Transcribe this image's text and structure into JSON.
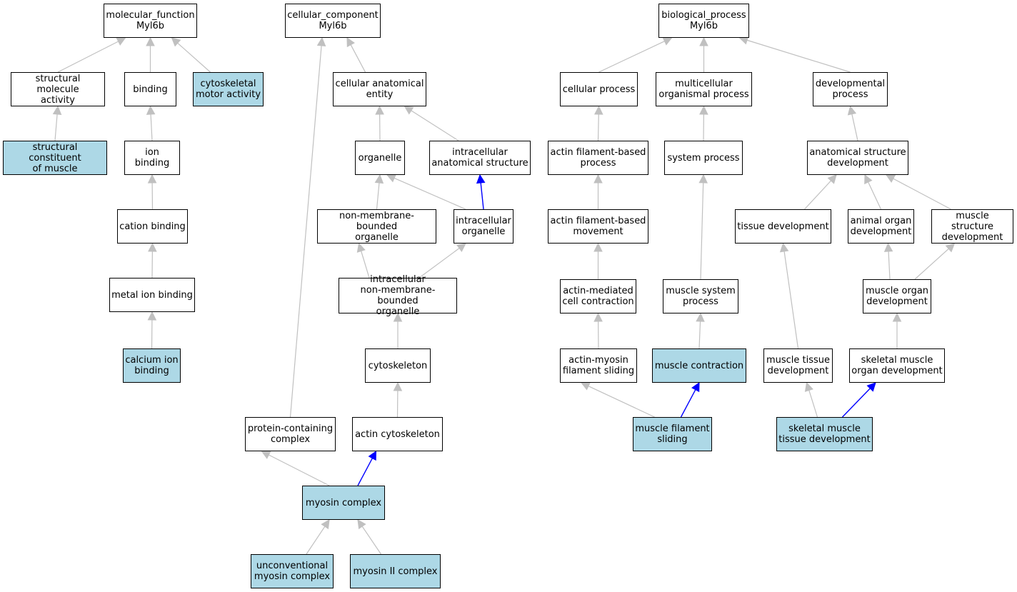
{
  "colors": {
    "annotated_fill": "#add8e6",
    "default_fill": "#ffffff",
    "edge_gray": "#c0c0c0",
    "edge_blue": "#0000ff",
    "border": "#000000"
  },
  "nodes": {
    "mf_root": {
      "label": "molecular_function\nMyl6b",
      "annotated": false
    },
    "struct_mol": {
      "label": "structural molecule\nactivity",
      "annotated": false
    },
    "binding": {
      "label": "binding",
      "annotated": false
    },
    "cyto_motor": {
      "label": "cytoskeletal\nmotor activity",
      "annotated": true
    },
    "struct_const": {
      "label": "structural constituent\nof muscle",
      "annotated": true
    },
    "ion_binding": {
      "label": "ion binding",
      "annotated": false
    },
    "cation_binding": {
      "label": "cation binding",
      "annotated": false
    },
    "metal_ion": {
      "label": "metal ion binding",
      "annotated": false
    },
    "calcium_ion": {
      "label": "calcium ion\nbinding",
      "annotated": true
    },
    "cc_root": {
      "label": "cellular_component\nMyl6b",
      "annotated": false
    },
    "cell_anat": {
      "label": "cellular anatomical\nentity",
      "annotated": false
    },
    "organelle": {
      "label": "organelle",
      "annotated": false
    },
    "intra_anat": {
      "label": "intracellular\nanatomical structure",
      "annotated": false
    },
    "nonmem_org": {
      "label": "non-membrane-bounded\norganelle",
      "annotated": false
    },
    "intra_org": {
      "label": "intracellular\norganelle",
      "annotated": false
    },
    "intra_nonmem": {
      "label": "intracellular\nnon-membrane-bounded\norganelle",
      "annotated": false
    },
    "cytoskeleton": {
      "label": "cytoskeleton",
      "annotated": false
    },
    "protein_complex": {
      "label": "protein-containing\ncomplex",
      "annotated": false
    },
    "actin_cyto": {
      "label": "actin cytoskeleton",
      "annotated": false
    },
    "myosin_complex": {
      "label": "myosin complex",
      "annotated": true
    },
    "unconv_myosin": {
      "label": "unconventional\nmyosin complex",
      "annotated": true
    },
    "myosin_ii": {
      "label": "myosin II complex",
      "annotated": true
    },
    "bp_root": {
      "label": "biological_process\nMyl6b",
      "annotated": false
    },
    "cell_process": {
      "label": "cellular process",
      "annotated": false
    },
    "multicell": {
      "label": "multicellular\norganismal process",
      "annotated": false
    },
    "dev_process": {
      "label": "developmental\nprocess",
      "annotated": false
    },
    "actin_fil_proc": {
      "label": "actin filament-based\nprocess",
      "annotated": false
    },
    "system_proc": {
      "label": "system process",
      "annotated": false
    },
    "anat_dev": {
      "label": "anatomical structure\ndevelopment",
      "annotated": false
    },
    "actin_fil_move": {
      "label": "actin filament-based\nmovement",
      "annotated": false
    },
    "tissue_dev": {
      "label": "tissue development",
      "annotated": false
    },
    "animal_organ": {
      "label": "animal organ\ndevelopment",
      "annotated": false
    },
    "muscle_struct": {
      "label": "muscle structure\ndevelopment",
      "annotated": false
    },
    "actin_med": {
      "label": "actin-mediated\ncell contraction",
      "annotated": false
    },
    "muscle_sys": {
      "label": "muscle system\nprocess",
      "annotated": false
    },
    "muscle_organ": {
      "label": "muscle organ\ndevelopment",
      "annotated": false
    },
    "actin_myosin": {
      "label": "actin-myosin\nfilament sliding",
      "annotated": false
    },
    "muscle_contr": {
      "label": "muscle contraction",
      "annotated": true
    },
    "muscle_tissue": {
      "label": "muscle tissue\ndevelopment",
      "annotated": false
    },
    "skel_organ": {
      "label": "skeletal muscle\norgan development",
      "annotated": false
    },
    "muscle_fil": {
      "label": "muscle filament\nsliding",
      "annotated": true
    },
    "skel_tissue": {
      "label": "skeletal muscle\ntissue development",
      "annotated": true
    }
  },
  "edges": [
    {
      "from": "struct_mol",
      "to": "mf_root",
      "kind": "is_a"
    },
    {
      "from": "binding",
      "to": "mf_root",
      "kind": "is_a"
    },
    {
      "from": "cyto_motor",
      "to": "mf_root",
      "kind": "is_a"
    },
    {
      "from": "struct_const",
      "to": "struct_mol",
      "kind": "is_a"
    },
    {
      "from": "ion_binding",
      "to": "binding",
      "kind": "is_a"
    },
    {
      "from": "cation_binding",
      "to": "ion_binding",
      "kind": "is_a"
    },
    {
      "from": "metal_ion",
      "to": "cation_binding",
      "kind": "is_a"
    },
    {
      "from": "calcium_ion",
      "to": "metal_ion",
      "kind": "is_a"
    },
    {
      "from": "cell_anat",
      "to": "cc_root",
      "kind": "is_a"
    },
    {
      "from": "protein_complex",
      "to": "cc_root",
      "kind": "is_a"
    },
    {
      "from": "organelle",
      "to": "cell_anat",
      "kind": "is_a"
    },
    {
      "from": "intra_anat",
      "to": "cell_anat",
      "kind": "is_a"
    },
    {
      "from": "nonmem_org",
      "to": "organelle",
      "kind": "is_a"
    },
    {
      "from": "intra_org",
      "to": "organelle",
      "kind": "is_a"
    },
    {
      "from": "intra_org",
      "to": "intra_anat",
      "kind": "part_of"
    },
    {
      "from": "intra_nonmem",
      "to": "nonmem_org",
      "kind": "is_a"
    },
    {
      "from": "intra_nonmem",
      "to": "intra_org",
      "kind": "is_a"
    },
    {
      "from": "cytoskeleton",
      "to": "intra_nonmem",
      "kind": "is_a"
    },
    {
      "from": "actin_cyto",
      "to": "cytoskeleton",
      "kind": "is_a"
    },
    {
      "from": "myosin_complex",
      "to": "protein_complex",
      "kind": "is_a"
    },
    {
      "from": "myosin_complex",
      "to": "actin_cyto",
      "kind": "part_of"
    },
    {
      "from": "unconv_myosin",
      "to": "myosin_complex",
      "kind": "is_a"
    },
    {
      "from": "myosin_ii",
      "to": "myosin_complex",
      "kind": "is_a"
    },
    {
      "from": "cell_process",
      "to": "bp_root",
      "kind": "is_a"
    },
    {
      "from": "multicell",
      "to": "bp_root",
      "kind": "is_a"
    },
    {
      "from": "dev_process",
      "to": "bp_root",
      "kind": "is_a"
    },
    {
      "from": "actin_fil_proc",
      "to": "cell_process",
      "kind": "is_a"
    },
    {
      "from": "system_proc",
      "to": "multicell",
      "kind": "is_a"
    },
    {
      "from": "anat_dev",
      "to": "dev_process",
      "kind": "is_a"
    },
    {
      "from": "actin_fil_move",
      "to": "actin_fil_proc",
      "kind": "is_a"
    },
    {
      "from": "muscle_sys",
      "to": "system_proc",
      "kind": "is_a"
    },
    {
      "from": "tissue_dev",
      "to": "anat_dev",
      "kind": "is_a"
    },
    {
      "from": "animal_organ",
      "to": "anat_dev",
      "kind": "is_a"
    },
    {
      "from": "muscle_struct",
      "to": "anat_dev",
      "kind": "is_a"
    },
    {
      "from": "actin_med",
      "to": "actin_fil_move",
      "kind": "is_a"
    },
    {
      "from": "muscle_organ",
      "to": "animal_organ",
      "kind": "is_a"
    },
    {
      "from": "muscle_organ",
      "to": "muscle_struct",
      "kind": "is_a"
    },
    {
      "from": "actin_myosin",
      "to": "actin_med",
      "kind": "is_a"
    },
    {
      "from": "muscle_contr",
      "to": "muscle_sys",
      "kind": "is_a"
    },
    {
      "from": "muscle_tissue",
      "to": "tissue_dev",
      "kind": "is_a"
    },
    {
      "from": "skel_organ",
      "to": "muscle_organ",
      "kind": "is_a"
    },
    {
      "from": "muscle_fil",
      "to": "actin_myosin",
      "kind": "is_a"
    },
    {
      "from": "muscle_fil",
      "to": "muscle_contr",
      "kind": "part_of"
    },
    {
      "from": "skel_tissue",
      "to": "muscle_tissue",
      "kind": "is_a"
    },
    {
      "from": "skel_tissue",
      "to": "skel_organ",
      "kind": "part_of"
    }
  ]
}
